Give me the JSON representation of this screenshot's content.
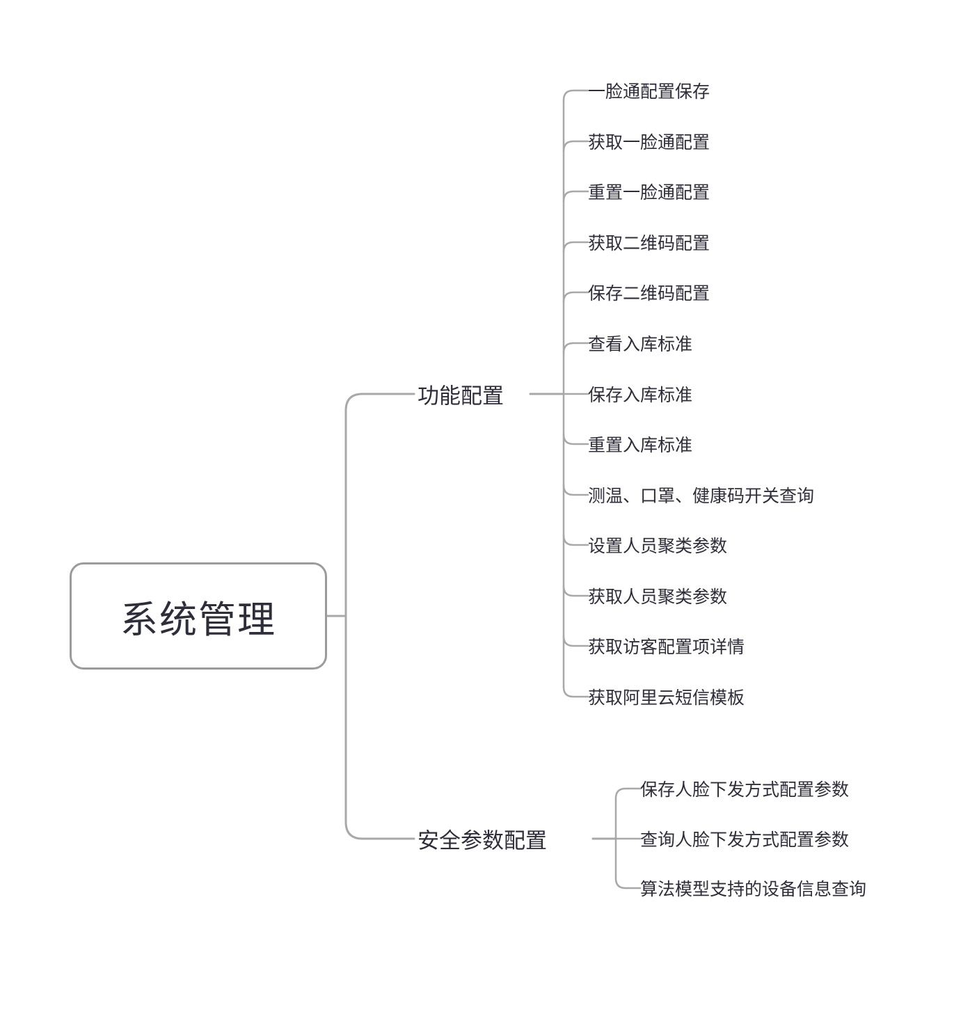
{
  "diagram": {
    "root": "系统管理",
    "branches": [
      {
        "label": "功能配置",
        "children": [
          "一脸通配置保存",
          "获取一脸通配置",
          "重置一脸通配置",
          "获取二维码配置",
          "保存二维码配置",
          "查看入库标准",
          "保存入库标准",
          "重置入库标准",
          "测温、口罩、健康码开关查询",
          "设置人员聚类参数",
          "获取人员聚类参数",
          "获取访客配置项详情",
          "获取阿里云短信模板"
        ]
      },
      {
        "label": "安全参数配置",
        "children": [
          "保存人脸下发方式配置参数",
          "查询人脸下发方式配置参数",
          "算法模型支持的设备信息查询"
        ]
      }
    ],
    "colors": {
      "line": "#a8a8a8",
      "text": "#2e2e3a",
      "background": "#ffffff"
    }
  }
}
